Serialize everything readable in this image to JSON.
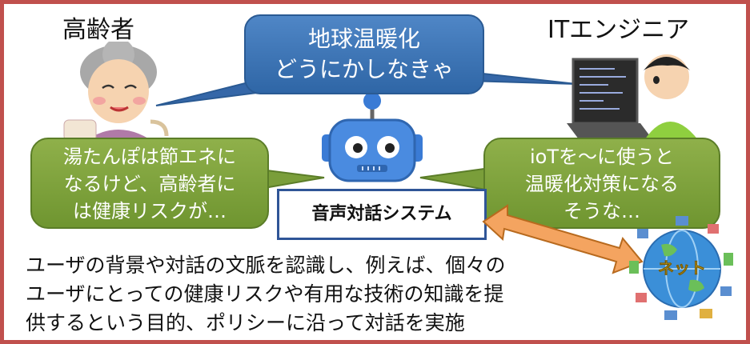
{
  "labels": {
    "elderly": "高齢者",
    "engineer": "ITエンジニア",
    "system": "音声対話システム",
    "network": "ネット"
  },
  "bubbles": {
    "blue": [
      "地球温暖化",
      "どうにかしなきゃ"
    ],
    "left": [
      "湯たんぽは節エネに",
      "なるけど、高齢者に",
      "は健康リスクが…"
    ],
    "right": [
      "ioTを～に使うと",
      "温暖化対策になる",
      "そうな…"
    ]
  },
  "description": [
    "ユーザの背景や対話の文脈を認識し、例えば、個々の",
    "ユーザにとっての健康リスクや有用な技術の知識を提",
    "供するという目的、ポリシーに沿って対話を実施"
  ],
  "colors": {
    "frame": "#c0504d",
    "blue_bubble": "#3b73b4",
    "green_bubble": "#7a9e3a",
    "system_border": "#2f5597",
    "arrow": "#f4a460"
  }
}
